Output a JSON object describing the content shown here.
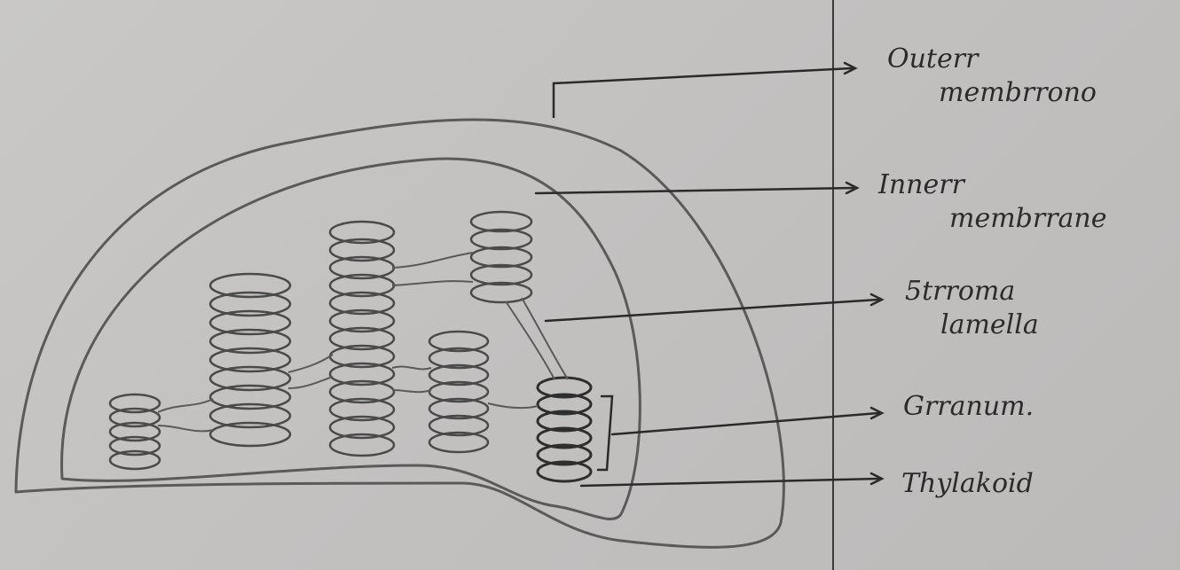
{
  "labels": {
    "outer_l1": "Outerr",
    "outer_l2": "membrrono",
    "inner_l1": "Innerr",
    "inner_l2": "membrrane",
    "stroma_l1": "5trroma",
    "stroma_l2": "lamella",
    "granum": "Grranum.",
    "thylakoid": "Thylakoid"
  },
  "colors": {
    "ink": "#3a3a3a",
    "paper": "#c6c4c3"
  }
}
